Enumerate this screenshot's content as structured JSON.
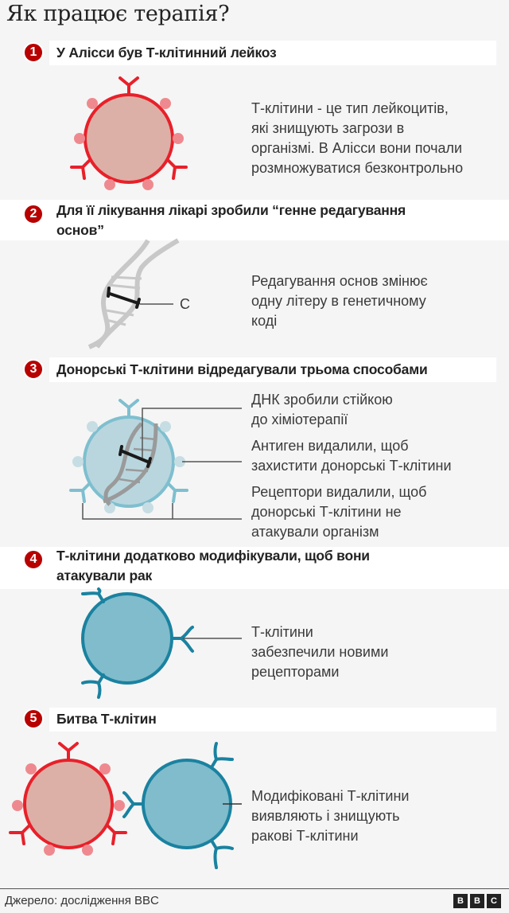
{
  "title": "Як працює терапія?",
  "steps": [
    {
      "number": "1",
      "title": "У Алісси був Т-клітинний лейкоз",
      "description": "Т-клітини - це тип лейкоцитів,\nякі знищують загрози в\nорганізмі. В Алісси вони почали\nрозмножуватися безконтрольно"
    },
    {
      "number": "2",
      "title": "Для її лікування лікарі зробили “генне редагування\nоснов”",
      "description": "Редагування основ змінює\nодну літеру в генетичному\nкоді",
      "dna_label": "C"
    },
    {
      "number": "3",
      "title": "Донорські Т-клітини відредагували трьома способами",
      "annotations": [
        "ДНК зробили стійкою\nдо хіміотерапії",
        "Антиген видалили, щоб\nзахистити донорські Т-клітини",
        "Рецептори видалили, щоб\nдонорські Т-клітини не\nатакували організм"
      ]
    },
    {
      "number": "4",
      "title": "Т-клітини додатково модифікували, щоб вони\nатакували рак",
      "description": "Т-клітини\nзабезпечили новими\nрецепторами"
    },
    {
      "number": "5",
      "title": "Битва Т-клітин",
      "description": "Модифіковані Т-клітини\nвиявляють і знищують\nракові Т-клітини"
    }
  ],
  "footer": {
    "source": "Джерело: дослідження BBC",
    "logo": [
      "B",
      "B",
      "C"
    ]
  },
  "colors": {
    "badge": "#b80000",
    "cancer_cell_stroke": "#e8202a",
    "cancer_cell_fill": "#dcb0a6",
    "cancer_antigen": "#ee8a8f",
    "donor_cell_stroke": "#7ebfcf",
    "donor_cell_fill": "#b9d6de",
    "modified_cell_stroke": "#1a82a0",
    "modified_cell_fill": "#80bccc",
    "dna": "#c8c8c8",
    "background": "#f5f5f5"
  }
}
